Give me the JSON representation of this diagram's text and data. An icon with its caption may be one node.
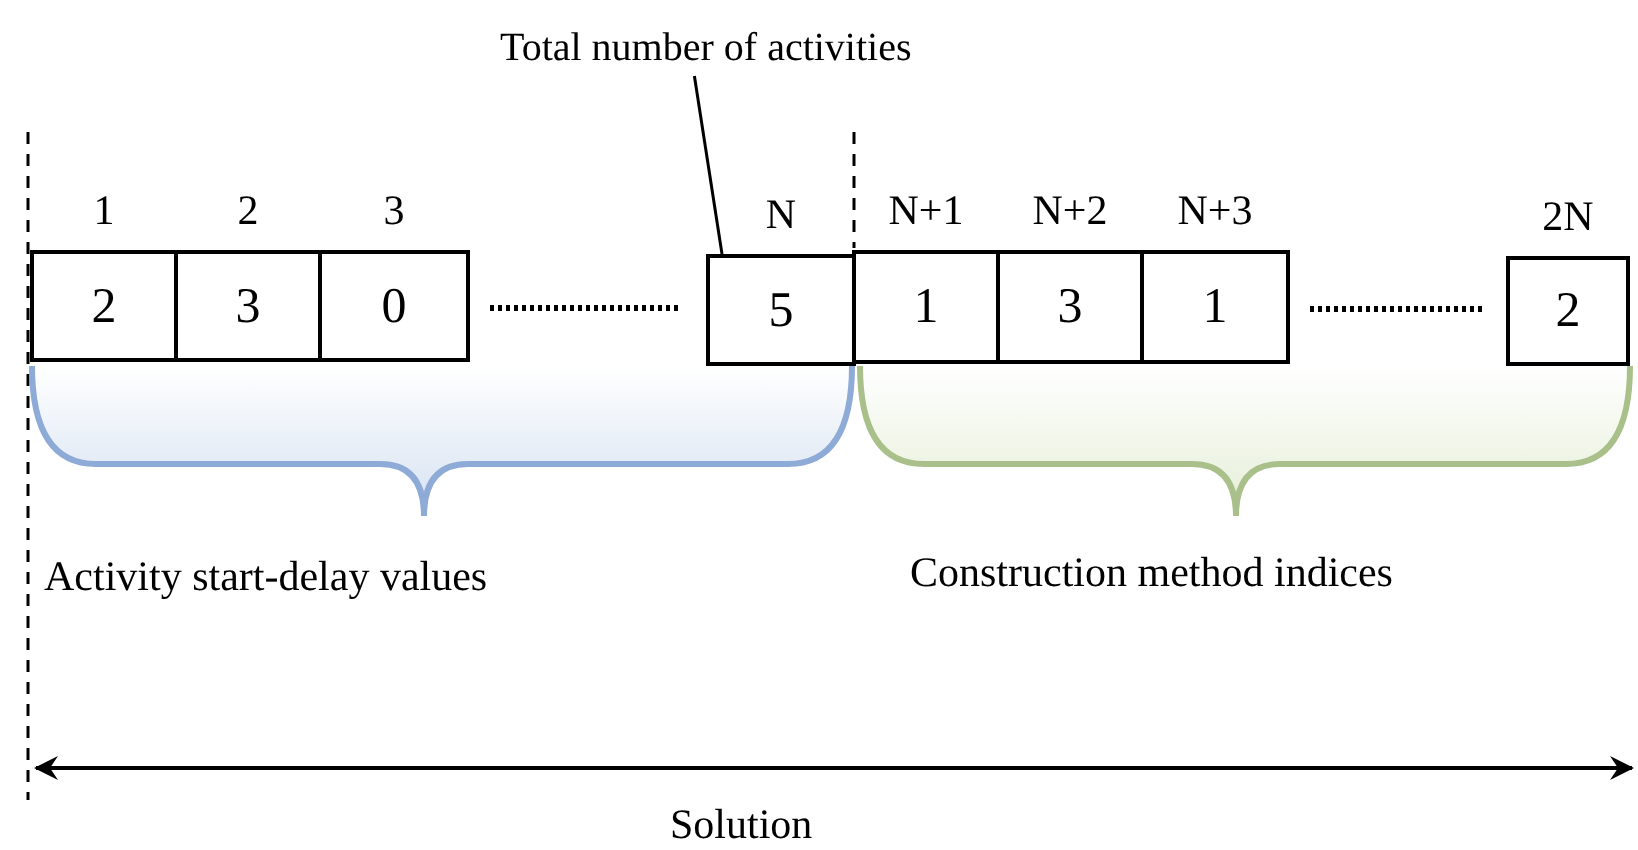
{
  "diagram": {
    "nodes": [
      {
        "text": [
          "Total number of activities"
        ]
      },
      {
        "text": [
          "2"
        ],
        "beside": [
          "1"
        ]
      },
      {
        "text": [
          "3"
        ],
        "beside": [
          "2"
        ]
      },
      {
        "text": [
          "0"
        ],
        "beside": [
          "3"
        ]
      },
      {
        "text": [
          "5"
        ],
        "beside": [
          "N"
        ]
      },
      {
        "text": [
          "1"
        ],
        "beside": [
          "N+1"
        ]
      },
      {
        "text": [
          "3"
        ],
        "beside": [
          "N+2"
        ]
      },
      {
        "text": [
          "1"
        ],
        "beside": [
          "N+3"
        ]
      },
      {
        "text": [
          "2"
        ],
        "beside": [
          "2N"
        ]
      },
      {
        "text": [],
        "shape": "brace"
      },
      {
        "text": [],
        "shape": "brace"
      }
    ],
    "edges": [
      {
        "from": 0,
        "to": 4,
        "arrow": "none"
      },
      {
        "from": 3,
        "to": 4,
        "arrow": "none",
        "style": "dashed"
      },
      {
        "from": 7,
        "to": 8,
        "arrow": "none",
        "style": "dashed"
      }
    ],
    "labels": [
      "Activity start-delay values",
      "Construction method indices",
      "Solution"
    ]
  }
}
